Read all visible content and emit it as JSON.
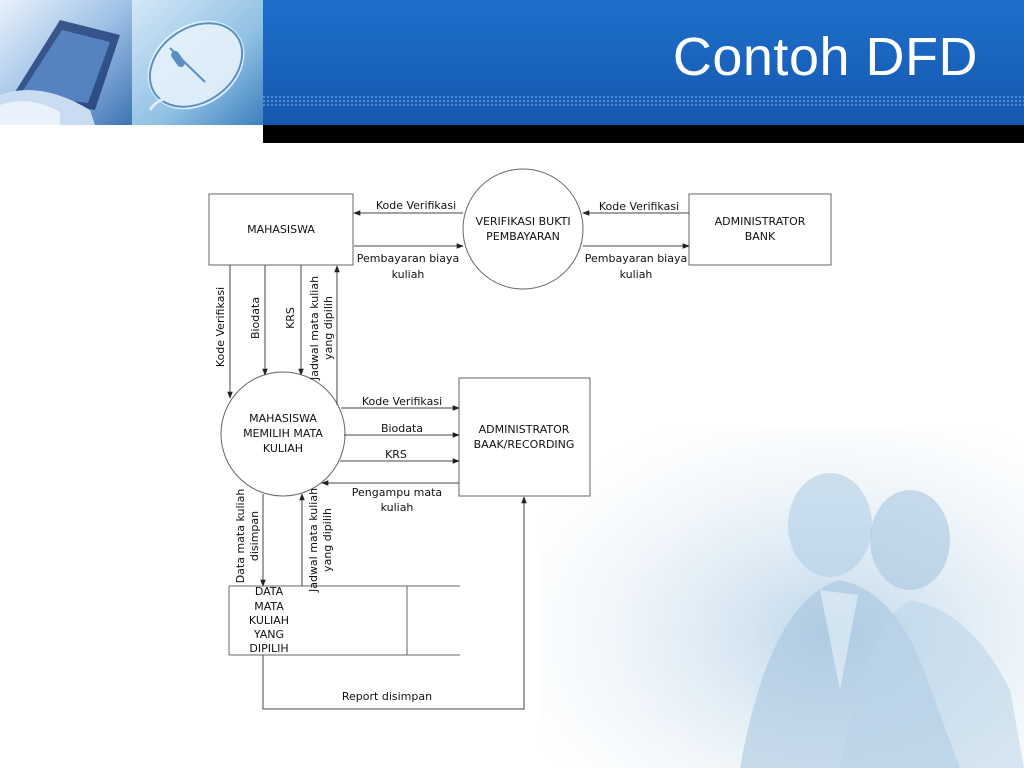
{
  "slide": {
    "title": "Contoh DFD"
  },
  "diagram": {
    "entities": {
      "mahasiswa": "MAHASISWA",
      "admin_bank": [
        "ADMINISTRATOR",
        "BANK"
      ],
      "admin_baak": [
        "ADMINISTRATOR",
        "BAAK/RECORDING"
      ]
    },
    "processes": {
      "verifikasi": [
        "VERIFIKASI BUKTI",
        "PEMBAYARAN"
      ],
      "memilih": [
        "MAHASISWA",
        "MEMILIH MATA",
        "KULIAH"
      ]
    },
    "datastore": {
      "label": [
        "DATA",
        "MATA",
        "KULIAH",
        "YANG",
        "DIPILIH"
      ]
    },
    "flows": {
      "kode_verifikasi": "Kode Verifikasi",
      "pembayaran": [
        "Pembayaran biaya",
        "kuliah"
      ],
      "biodata": "Biodata",
      "krs": "KRS",
      "jadwal": [
        "Jadwal mata kuliah",
        "yang dipilih"
      ],
      "pengampu": [
        "Pengampu mata",
        "kuliah"
      ],
      "data_disimpan": [
        "Data mata kuliah",
        "disimpan"
      ],
      "report": "Report disimpan"
    }
  },
  "theme": {
    "header_blue": "#1565c0",
    "header_dark": "#0d47a1",
    "bar": "#000000",
    "line": "#444444"
  }
}
